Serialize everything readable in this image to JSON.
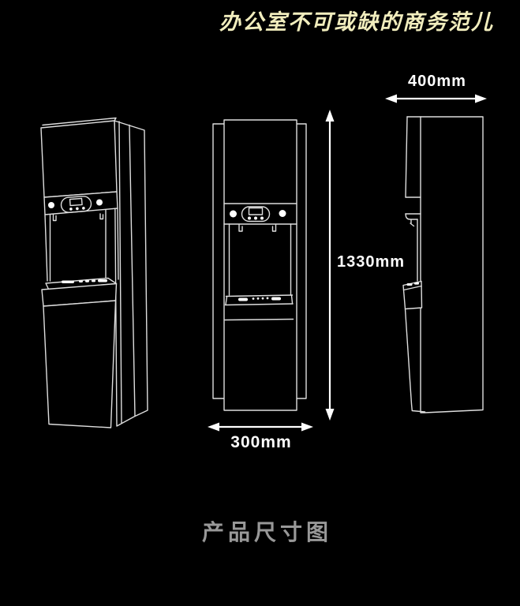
{
  "canvas": {
    "background": "#000000"
  },
  "header": {
    "slogan": "办公室不可或缺的商务范儿",
    "slogan_color": "#f1edbd"
  },
  "diagram": {
    "line_color": "#dedede",
    "dimension_color": "#ffffff",
    "dimensions": {
      "width": {
        "value": "400mm"
      },
      "height": {
        "value": "1330mm"
      },
      "depth": {
        "value": "300mm"
      }
    },
    "views": [
      {
        "name": "perspective-view"
      },
      {
        "name": "front-view"
      },
      {
        "name": "side-view"
      }
    ]
  },
  "footer": {
    "caption": "产品尺寸图",
    "caption_color": "#989898"
  }
}
